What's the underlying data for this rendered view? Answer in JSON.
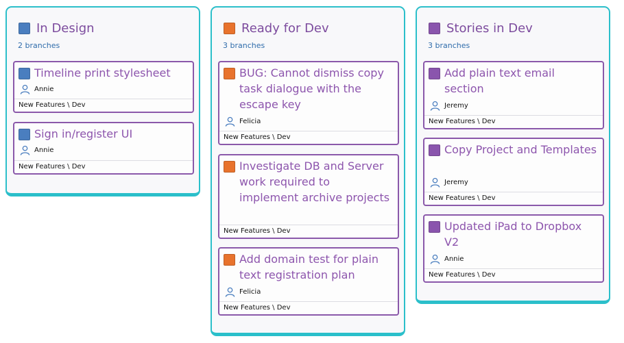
{
  "colors": {
    "column_border": "#2bbfca",
    "card_border": "#8a58aa",
    "title_text": "#8d55ad",
    "subtitle_text": "#2f6cab",
    "blue": "#4a7ebf",
    "orange": "#e8732d",
    "purple": "#8a55ad"
  },
  "columns": [
    {
      "title": "In Design",
      "subtitle": "2 branches",
      "color_icon": "blue-square-icon",
      "cards": [
        {
          "title": "Timeline print stylesheet",
          "assignee": "Annie",
          "area": "New Features \\ Dev"
        },
        {
          "title": "Sign in/register UI",
          "assignee": "Annie",
          "area": "New Features \\ Dev"
        }
      ]
    },
    {
      "title": "Ready for Dev",
      "subtitle": "3 branches",
      "color_icon": "orange-square-icon",
      "cards": [
        {
          "title": "BUG: Cannot dismiss copy task dialogue with the escape key",
          "assignee": "Felicia",
          "area": "New Features \\ Dev"
        },
        {
          "title": "Investigate DB and Server work required to implement archive projects",
          "assignee": "",
          "area": "New Features \\ Dev"
        },
        {
          "title": "Add domain test for plain text registration plan",
          "assignee": "Felicia",
          "area": "New Features \\ Dev"
        }
      ]
    },
    {
      "title": "Stories in Dev",
      "subtitle": "3 branches",
      "color_icon": "purple-square-icon",
      "cards": [
        {
          "title": "Add plain text email section",
          "assignee": "Jeremy",
          "area": "New Features \\ Dev"
        },
        {
          "title": "Copy Project and Templates",
          "assignee": "Jeremy",
          "area": "New Features \\ Dev"
        },
        {
          "title": "Updated iPad to Dropbox V2",
          "assignee": "Annie",
          "area": "New Features \\ Dev"
        }
      ]
    }
  ]
}
